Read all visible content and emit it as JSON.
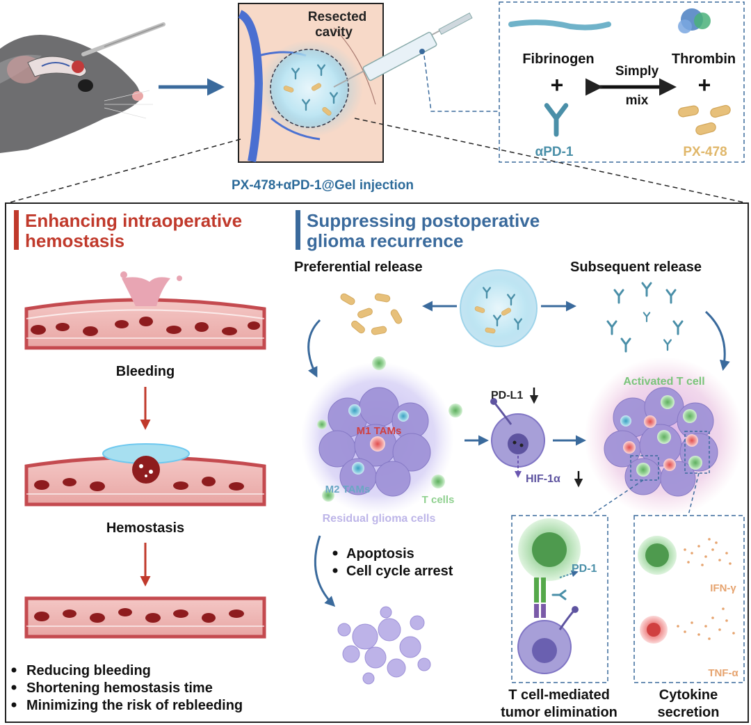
{
  "top": {
    "cavity_label_1": "Resected",
    "cavity_label_2": "cavity",
    "injection_label": "PX-478+αPD-1@Gel injection",
    "fibrinogen": "Fibrinogen",
    "thrombin": "Thrombin",
    "simply": "Simply",
    "mix": "mix",
    "plus": "+",
    "apd1": "αPD-1",
    "px478": "PX-478"
  },
  "left_panel": {
    "title_1": "Enhancing intraoperative",
    "title_2": "hemostasis",
    "bleeding": "Bleeding",
    "hemostasis": "Hemostasis",
    "bullets": [
      "Reducing bleeding",
      "Shortening hemostasis time",
      "Minimizing the risk of rebleeding"
    ]
  },
  "right_panel": {
    "title_1": "Suppressing postoperative",
    "title_2": "glioma recurrence",
    "preferential": "Preferential release",
    "subsequent": "Subsequent release",
    "activated_t": "Activated T cell",
    "pdl1": "PD-L1",
    "hif": "HIF-1α",
    "m1": "M1 TAMs",
    "m2": "M2 TAMs",
    "tcells": "T cells",
    "residual": "Residual glioma cells",
    "bullets": [
      "Apoptosis",
      "Cell cycle arrest"
    ],
    "pd1": "PD-1",
    "ifn": "IFN-γ",
    "tnf": "TNF-α",
    "tcell_med_1": "T cell-mediated",
    "tcell_med_2": "tumor elimination",
    "cytokine_1": "Cytokine",
    "cytokine_2": "secretion"
  },
  "colors": {
    "red_title": "#c0392b",
    "blue_title": "#3a6a9c",
    "vessel": "#c44a4f",
    "rbc": "#8e1c1e",
    "antibody": "#4a8fa8",
    "px": "#e7c07a",
    "tumor": "#a89cd9",
    "green": "#7ac47a"
  }
}
